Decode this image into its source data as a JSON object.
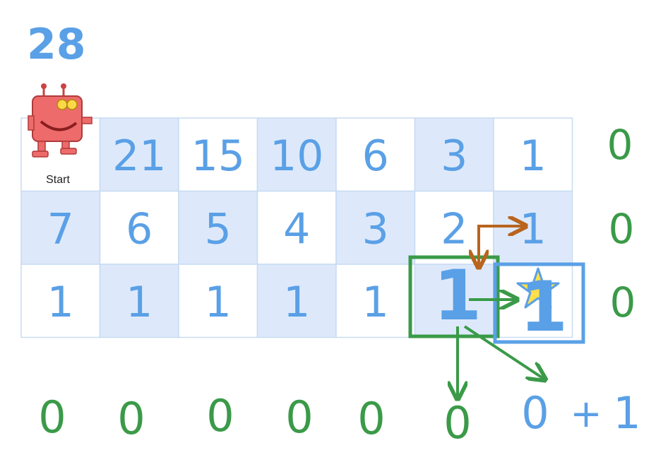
{
  "total": "28",
  "start_label": "Start",
  "colors": {
    "blue": "#5aa0e6",
    "green": "#3a9a48",
    "orange": "#b8641e",
    "cell_shaded": "#dde9fb",
    "cell_border": "#c8dbf2",
    "robot": "#ee6b6b"
  },
  "grid": {
    "rows": [
      [
        "",
        "21",
        "15",
        "10",
        "6",
        "3",
        "1"
      ],
      [
        "7",
        "6",
        "5",
        "4",
        "3",
        "2",
        "1"
      ],
      [
        "1",
        "1",
        "1",
        "1",
        "1",
        "1",
        "1"
      ]
    ]
  },
  "right_column": [
    "0",
    "0",
    "0"
  ],
  "bottom_row": [
    "0",
    "0",
    "0",
    "0",
    "0",
    "0"
  ],
  "bottom_last": {
    "value": "0",
    "operator": "+",
    "addend": "1"
  },
  "icons": [
    "robot-icon",
    "star-icon"
  ]
}
